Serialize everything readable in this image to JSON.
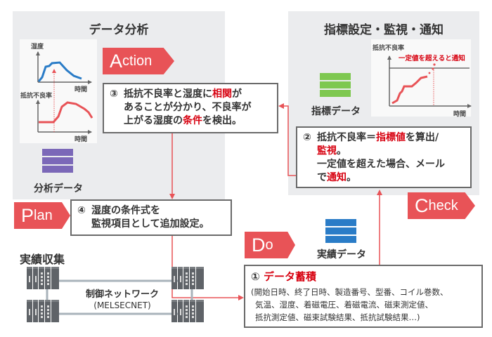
{
  "panels": {
    "analysis": {
      "title": "データ分析",
      "db_label": "分析データ",
      "db_color": "#7b68b8"
    },
    "monitoring": {
      "title": "指標設定・監視・通知",
      "db_label": "指標データ",
      "db_color": "#7ec850"
    }
  },
  "charts": {
    "humidity": {
      "ylabel": "湿度",
      "xlabel": "時間",
      "color": "#2a7cc7"
    },
    "defect": {
      "ylabel": "抵抗不良率",
      "xlabel": "時間",
      "color": "#e85357"
    },
    "threshold": {
      "ylabel": "抵抗不良率",
      "xlabel": "時間",
      "annotation": "一定値を超えると通知",
      "color": "#e85357"
    }
  },
  "pdca": {
    "action": {
      "initial": "A",
      "rest": "ction"
    },
    "check": {
      "initial": "C",
      "rest": "heck"
    },
    "plan": {
      "initial": "P",
      "rest": "lan"
    },
    "do": {
      "initial": "D",
      "rest": "o"
    }
  },
  "steps": {
    "step1": {
      "num": "①",
      "title": "データ蓄積",
      "lines": [
        "(開始日時、終了日時、製造番号、型番、コイル巻数、",
        "気温、湿度、着磁電圧、着磁電流、磁束測定値、",
        "抵抗測定値、磁束試験結果、抵抗試験結果…)"
      ]
    },
    "step2": {
      "num": "②",
      "t1": "抵抗不良率＝",
      "t2": "指標値",
      "t3": "を算出/",
      "t4": "監視",
      "t5": "。",
      "t6": "一定値を超えた場合、メール",
      "t7": "で",
      "t8": "通知",
      "t9": "。"
    },
    "step3": {
      "num": "③",
      "t1": "抵抗不良率と湿度に",
      "t2": "相関",
      "t3": "が",
      "t4": "あることが分かり、不良率が",
      "t5": "上がる湿度の",
      "t6": "条件",
      "t7": "を検出。"
    },
    "step4": {
      "num": "④",
      "line1": "湿度の条件式を",
      "line2": "監視項目として追加設定。"
    }
  },
  "results": {
    "db_label": "実績データ",
    "db_color": "#2a7cc7"
  },
  "collection": {
    "title": "実績収集",
    "network_name": "制御ネットワーク",
    "network_protocol": "(MELSECNET)"
  },
  "colors": {
    "accent": "#e85357",
    "emphasis": "#d7000f",
    "panel": "#ebecee",
    "plc": "#5f6368",
    "network": "#a9b3bb"
  }
}
